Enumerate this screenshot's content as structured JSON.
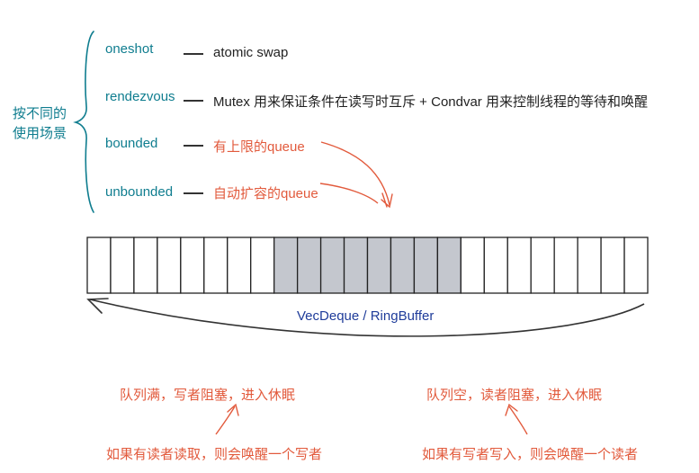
{
  "usage_label_line1": "按不同的",
  "usage_label_line2": "使用场景",
  "channels": [
    {
      "name": "oneshot",
      "desc": "atomic swap"
    },
    {
      "name": "rendezvous",
      "desc": "Mutex 用来保证条件在读写时互斥 + Condvar 用来控制线程的等待和唤醒"
    },
    {
      "name": "bounded",
      "desc": "有上限的queue"
    },
    {
      "name": "unbounded",
      "desc": "自动扩容的queue"
    }
  ],
  "buffer": {
    "label": "VecDeque / RingBuffer",
    "cells": 24,
    "filled_start": 8,
    "filled_end": 16
  },
  "notes": {
    "left_top": "队列满，写者阻塞，进入休眠",
    "left_bottom": "如果有读者读取，则会唤醒一个写者",
    "right_top": "队列空，读者阻塞，进入休眠",
    "right_bottom": "如果有写者写入，则会唤醒一个读者"
  },
  "colors": {
    "teal": "#0f7d8f",
    "red": "#e25a3c",
    "blue": "#1f3c9a",
    "filled_cell": "#c4c7ce"
  }
}
